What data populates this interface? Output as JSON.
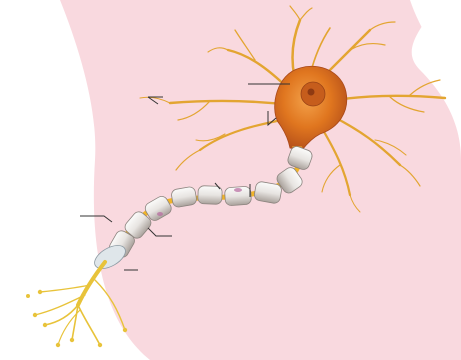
{
  "diagram": {
    "subject": "neuron",
    "parts": [
      {
        "id": "dendrites",
        "label": ""
      },
      {
        "id": "nucleus",
        "label": ""
      },
      {
        "id": "cell-body",
        "label": ""
      },
      {
        "id": "myelin-sheath",
        "label": ""
      },
      {
        "id": "axon",
        "label": ""
      },
      {
        "id": "node-of-ranvier",
        "label": ""
      },
      {
        "id": "schwann-cell",
        "label": ""
      },
      {
        "id": "axon-terminals",
        "label": ""
      }
    ]
  },
  "colors": {
    "background_shape": "#f9d9df",
    "cell_body": "#e0761f",
    "cell_body_dark": "#b8521a",
    "dendrite": "#e3a531",
    "myelin": "#e7e4e1",
    "myelin_shadow": "#a9a19b",
    "axon": "#f0b429",
    "terminal": "#e8c33a",
    "leader_line": "#333333"
  }
}
